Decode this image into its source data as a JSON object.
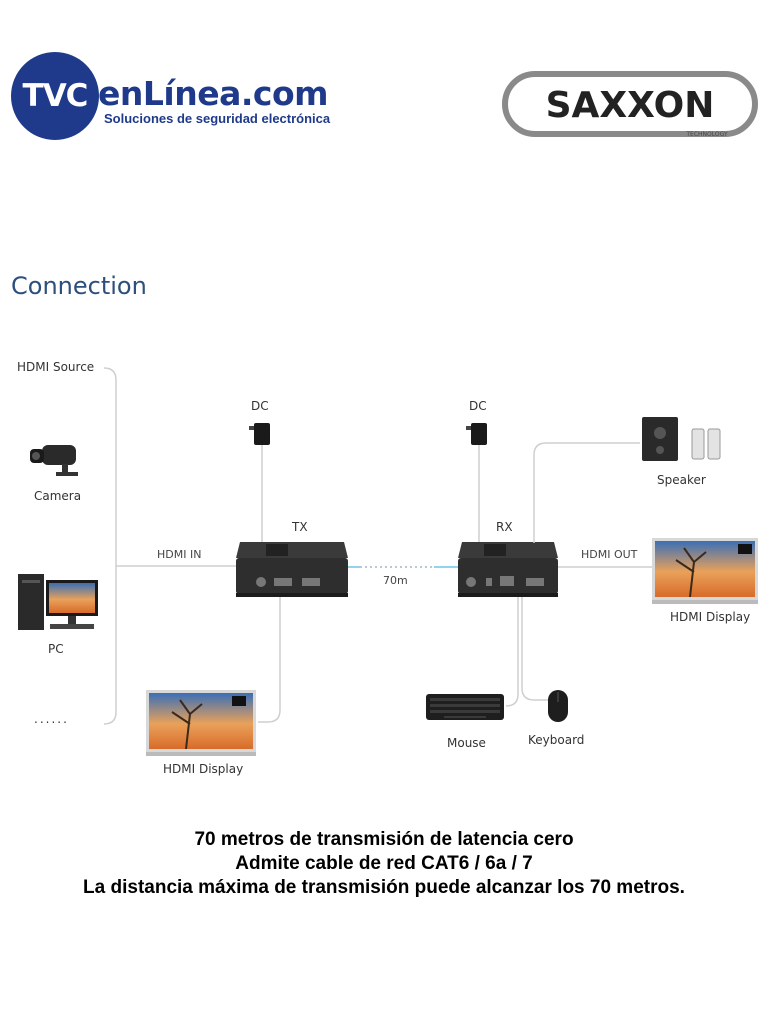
{
  "header": {
    "tvc_badge": "TVC",
    "tvc_name": "enLínea.com",
    "tvc_tagline": "Soluciones de seguridad electrónica",
    "saxxon_brand": "SAXXON",
    "saxxon_sub": "TECHNOLOGY"
  },
  "diagram": {
    "title": "Connection",
    "hdmi_source": "HDMI Source",
    "camera": "Camera",
    "pc": "PC",
    "dots": "......",
    "hdmi_in": "HDMI IN",
    "tx": "TX",
    "rx": "RX",
    "dc_left": "DC",
    "dc_right": "DC",
    "distance": "70m",
    "hdmi_out": "HDMI OUT",
    "speaker": "Speaker",
    "hdmi_display_right": "HDMI Display",
    "hdmi_display_left": "HDMI Display",
    "mouse": "Mouse",
    "keyboard": "Keyboard"
  },
  "captions": [
    "70 metros de transmisión de latencia cero",
    "Admite cable de red CAT6 / 6a / 7",
    "La distancia máxima de transmisión puede alcanzar los 70 metros."
  ],
  "colors": {
    "tvc_blue": "#1f3a8a",
    "title_blue": "#2c4f7c",
    "line_gray": "#cfcfcf",
    "cable_blue": "#6ec6e8",
    "device_dark": "#2e2e2e"
  }
}
